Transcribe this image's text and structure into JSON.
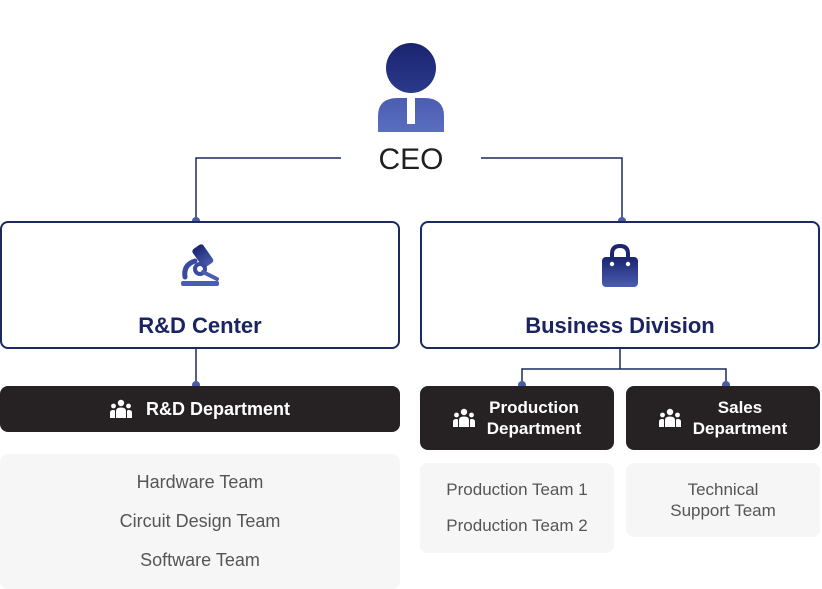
{
  "ceo": {
    "label": "CEO",
    "icon": "ceo-person-icon"
  },
  "rd_center": {
    "title": "R&D Center",
    "icon": "microscope-icon"
  },
  "business_division": {
    "title": "Business Division",
    "icon": "shopping-bag-icon"
  },
  "rd_department": {
    "label": "R&D Department",
    "icon": "people-icon",
    "teams": [
      "Hardware Team",
      "Circuit Design Team",
      "Software Team"
    ]
  },
  "production_department": {
    "label_line1": "Production",
    "label_line2": "Department",
    "icon": "people-icon",
    "teams": [
      "Production Team 1",
      "Production Team 2"
    ]
  },
  "sales_department": {
    "label_line1": "Sales",
    "label_line2": "Department",
    "icon": "people-icon",
    "teams_line1": "Technical",
    "teams_line2": "Support Team"
  },
  "colors": {
    "navy": "#1b2a5e",
    "title_navy": "#1a2462",
    "dept_bg": "#262123",
    "team_bg": "#f6f6f6",
    "connector_dot": "#4a5ba8"
  }
}
